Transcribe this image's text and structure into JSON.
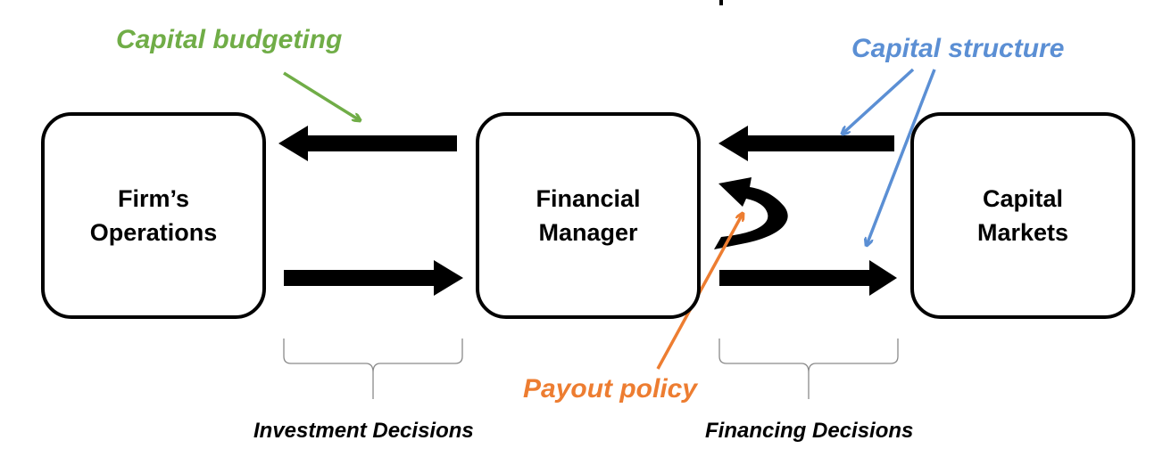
{
  "boxes": {
    "operations": "Firm’s\nOperations",
    "manager": "Financial\nManager",
    "markets": "Capital\nMarkets"
  },
  "labels": {
    "capital_budgeting": "Capital budgeting",
    "capital_structure": "Capital structure",
    "payout_policy": "Payout policy",
    "investment_decisions": "Investment Decisions",
    "financing_decisions": "Financing Decisions"
  },
  "colors": {
    "capital_budgeting": "#70ad47",
    "capital_structure": "#5b8fd4",
    "payout_policy": "#ed7d31",
    "box_border": "#000000",
    "arrow": "#000000"
  }
}
